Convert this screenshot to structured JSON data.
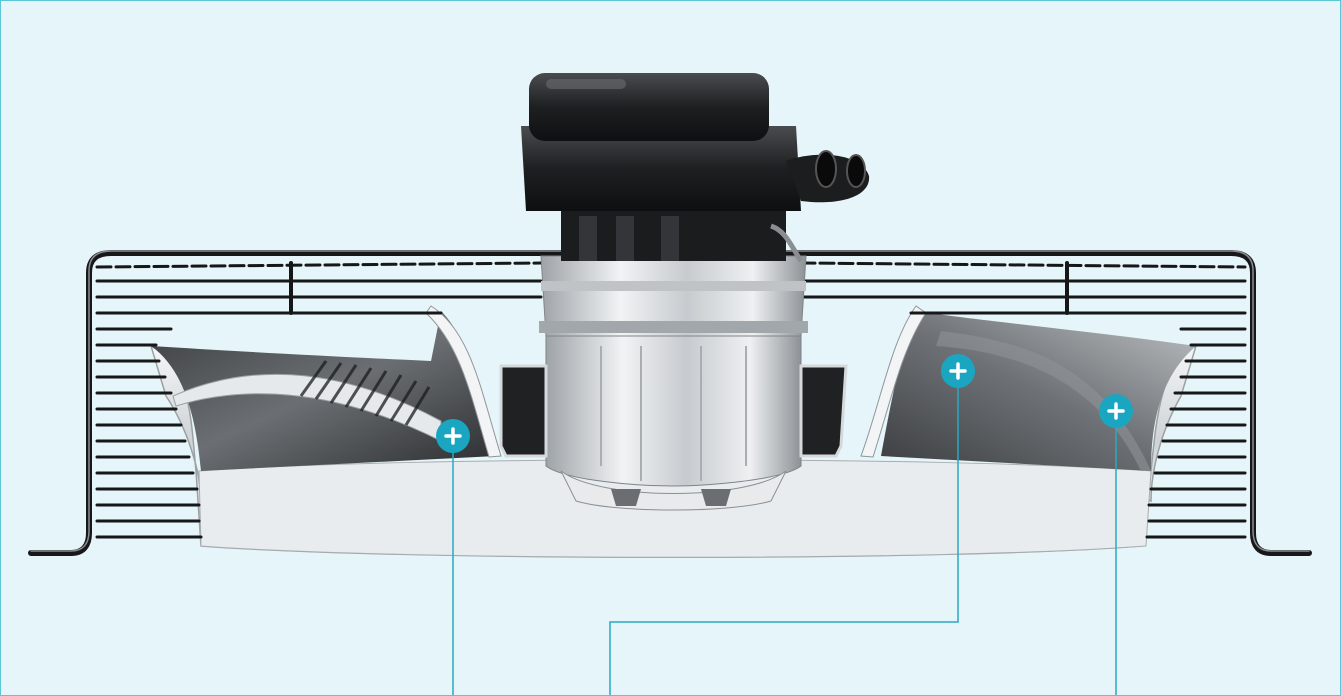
{
  "diagram": {
    "subject": "fan-cutaway",
    "colors": {
      "background": "#e6f5f9",
      "border": "#5cc6d9",
      "hotspot": "#1aa6c1",
      "leader_line": "#29a9c4",
      "guard_wire": "#1a1a1a",
      "motor_housing": "#d4d7da",
      "terminal_box": "#202224"
    },
    "hotspots": [
      {
        "id": "impeller-left",
        "icon": "plus-icon"
      },
      {
        "id": "impeller-right",
        "icon": "plus-icon"
      },
      {
        "id": "inlet-nozzle",
        "icon": "plus-icon"
      }
    ]
  }
}
